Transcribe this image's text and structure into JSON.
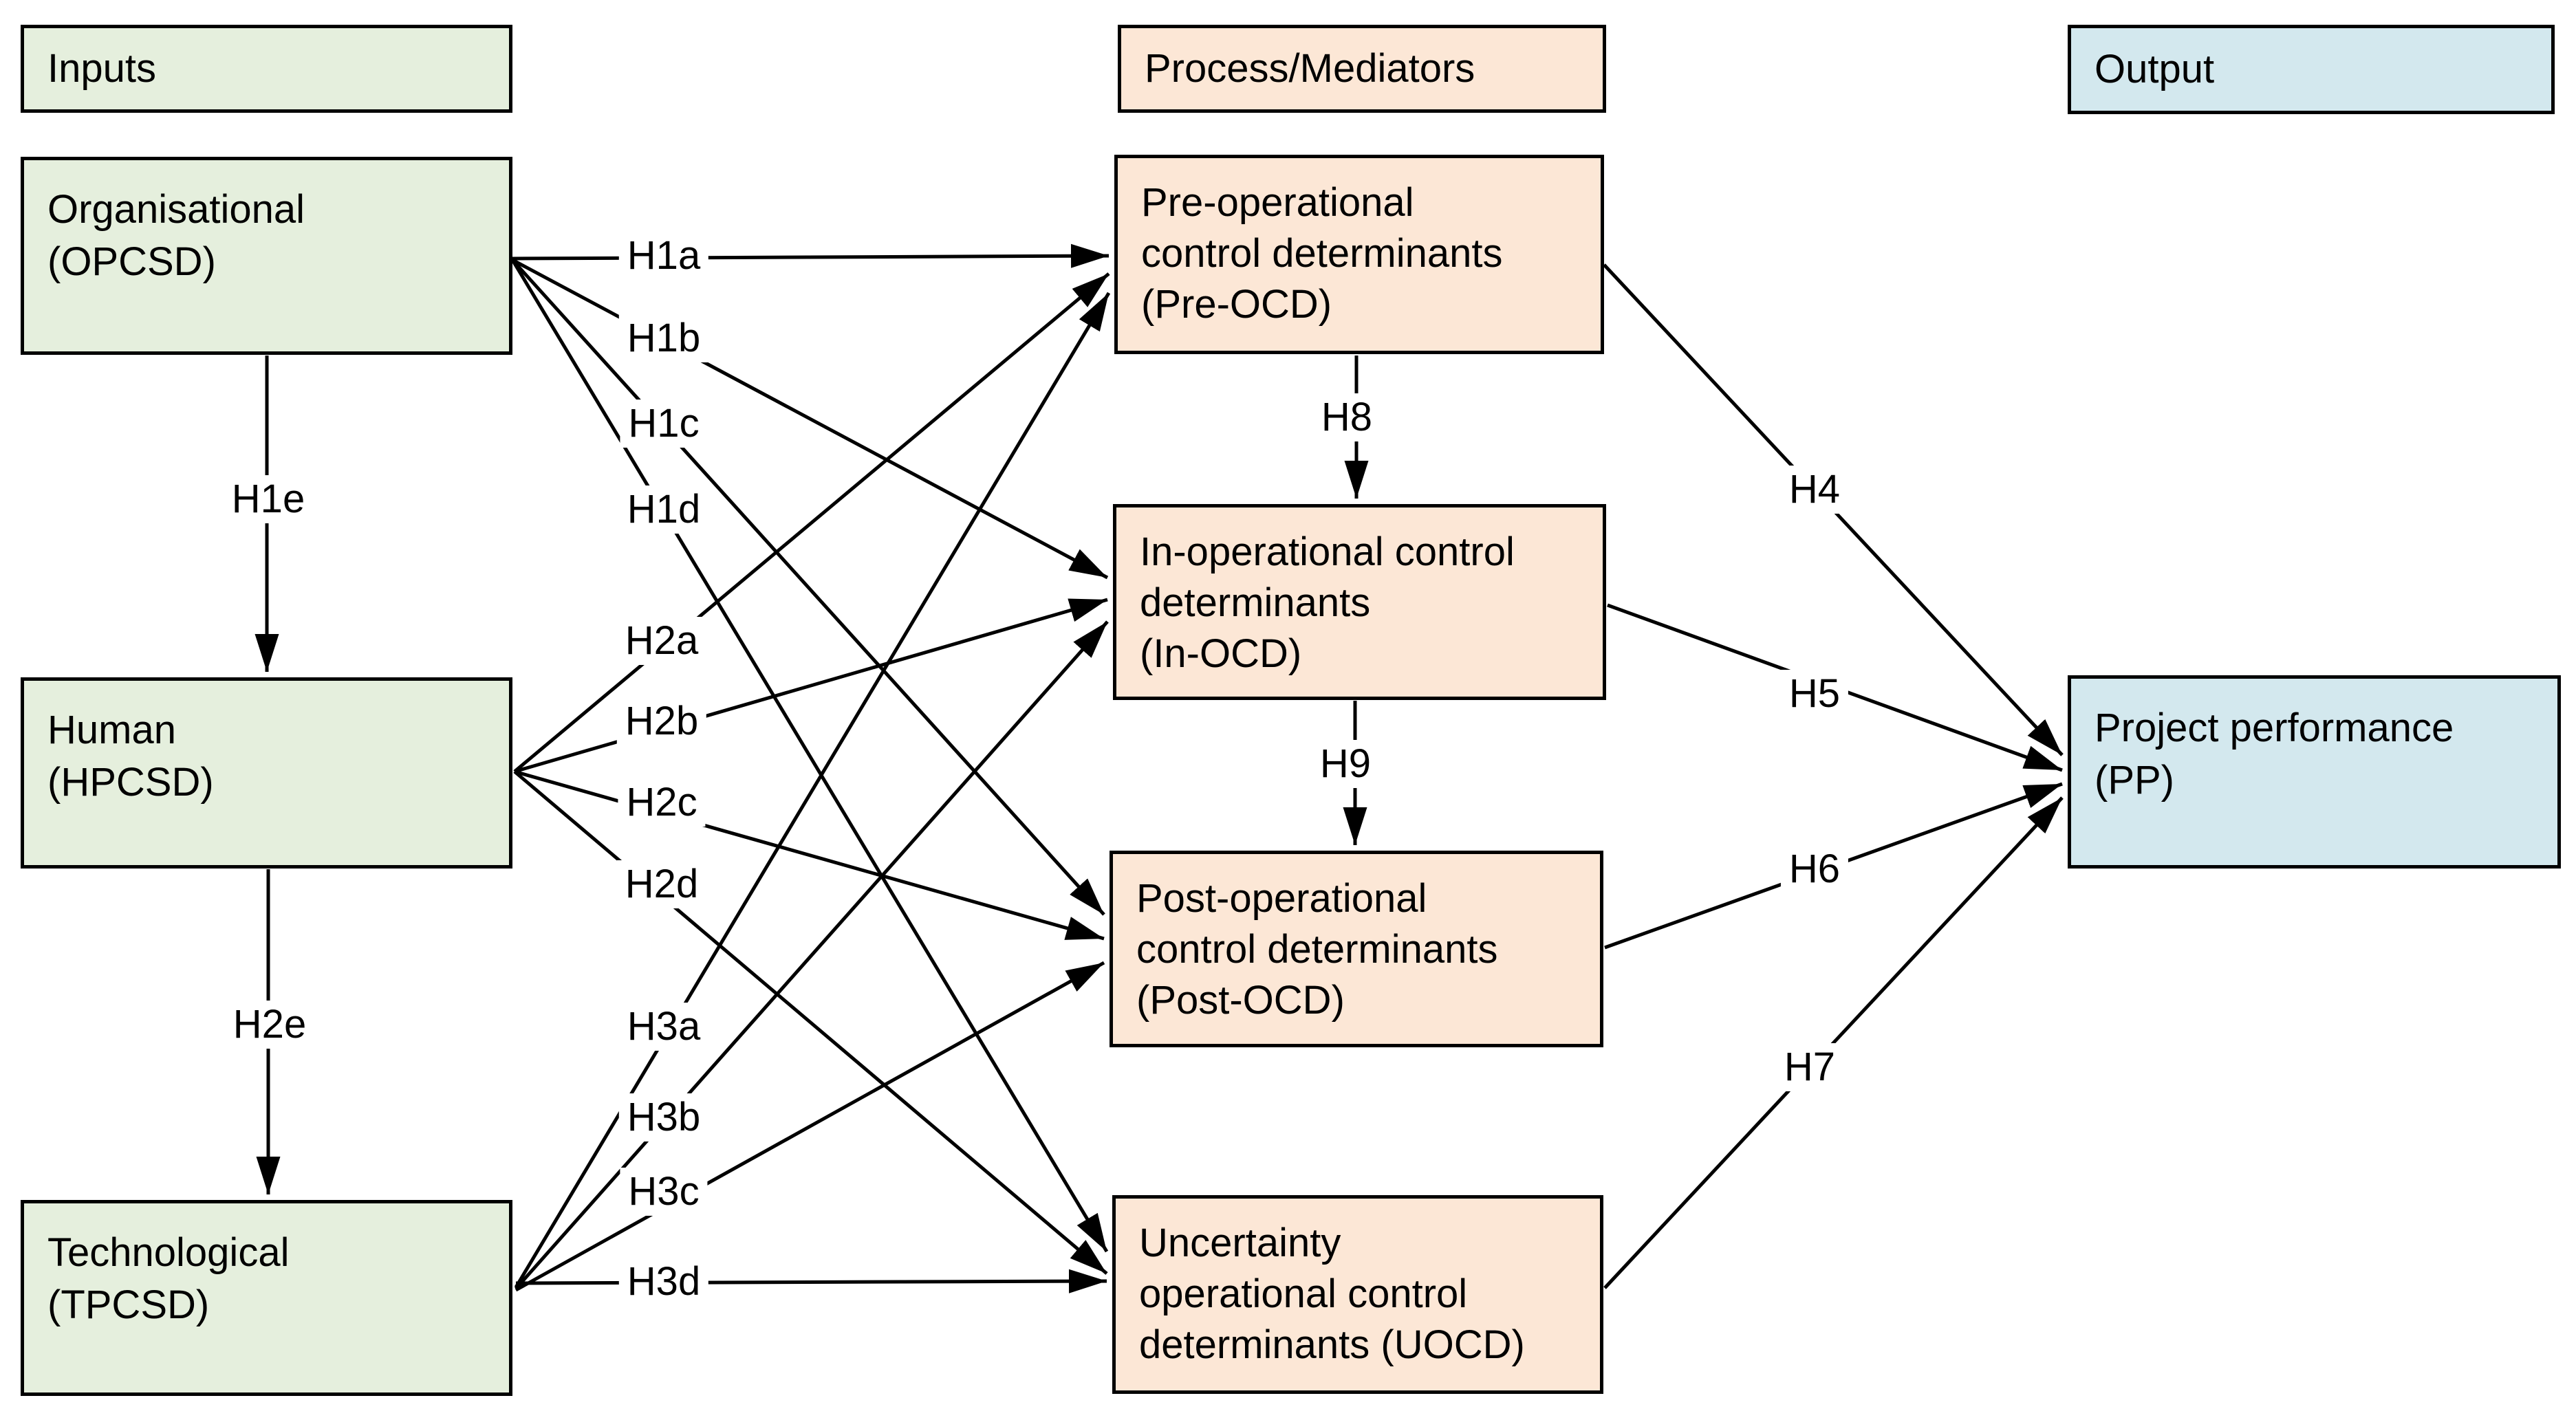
{
  "headers": {
    "inputs": "Inputs",
    "process": "Process/Mediators",
    "output": "Output"
  },
  "boxes": {
    "opcsd": {
      "lines": [
        "Organisational",
        "(OPCSD)"
      ]
    },
    "hpcsd": {
      "lines": [
        "Human",
        "(HPCSD)"
      ]
    },
    "tpcsd": {
      "lines": [
        "Technological",
        "(TPCSD)"
      ]
    },
    "pre": {
      "lines": [
        "Pre-operational",
        "control determinants",
        "(Pre-OCD)"
      ]
    },
    "inocd": {
      "lines": [
        "In-operational control",
        "determinants",
        "(In-OCD)"
      ]
    },
    "post": {
      "lines": [
        "Post-operational",
        "control determinants",
        "(Post-OCD)"
      ]
    },
    "uocd": {
      "lines": [
        "Uncertainty",
        "operational control",
        "determinants (UOCD)"
      ]
    },
    "pp": {
      "lines": [
        "Project performance",
        "(PP)"
      ]
    }
  },
  "edges": [
    {
      "id": "h1a",
      "label": "H1a",
      "from": "opcsd",
      "to": "pre"
    },
    {
      "id": "h1b",
      "label": "H1b",
      "from": "opcsd",
      "to": "inocd"
    },
    {
      "id": "h1c",
      "label": "H1c",
      "from": "opcsd",
      "to": "post"
    },
    {
      "id": "h1d",
      "label": "H1d",
      "from": "opcsd",
      "to": "uocd"
    },
    {
      "id": "h1e",
      "label": "H1e",
      "from": "opcsd",
      "to": "hpcsd"
    },
    {
      "id": "h2a",
      "label": "H2a",
      "from": "hpcsd",
      "to": "pre"
    },
    {
      "id": "h2b",
      "label": "H2b",
      "from": "hpcsd",
      "to": "inocd"
    },
    {
      "id": "h2c",
      "label": "H2c",
      "from": "hpcsd",
      "to": "post"
    },
    {
      "id": "h2d",
      "label": "H2d",
      "from": "hpcsd",
      "to": "uocd"
    },
    {
      "id": "h2e",
      "label": "H2e",
      "from": "hpcsd",
      "to": "tpcsd"
    },
    {
      "id": "h3a",
      "label": "H3a",
      "from": "tpcsd",
      "to": "pre"
    },
    {
      "id": "h3b",
      "label": "H3b",
      "from": "tpcsd",
      "to": "inocd"
    },
    {
      "id": "h3c",
      "label": "H3c",
      "from": "tpcsd",
      "to": "post"
    },
    {
      "id": "h3d",
      "label": "H3d",
      "from": "tpcsd",
      "to": "uocd"
    },
    {
      "id": "h4",
      "label": "H4",
      "from": "pre",
      "to": "pp"
    },
    {
      "id": "h5",
      "label": "H5",
      "from": "inocd",
      "to": "pp"
    },
    {
      "id": "h6",
      "label": "H6",
      "from": "post",
      "to": "pp"
    },
    {
      "id": "h7",
      "label": "H7",
      "from": "uocd",
      "to": "pp"
    },
    {
      "id": "h8",
      "label": "H8",
      "from": "pre",
      "to": "inocd"
    },
    {
      "id": "h9",
      "label": "H9",
      "from": "inocd",
      "to": "post"
    }
  ],
  "colors": {
    "input_fill": "#e5efdd",
    "mediator_fill": "#fce7d6",
    "output_fill": "#d3e8ee",
    "stroke": "#000000"
  }
}
